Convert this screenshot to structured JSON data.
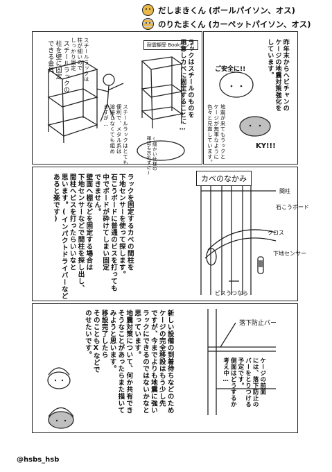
{
  "legend": [
    {
      "icon": "dashimaki-face-icon",
      "text": "だしまきくん (ボールパイソン、オス)"
    },
    {
      "icon": "noritamaki-face-icon",
      "text": "のりたまくん (カーペットパイソン、オス)"
    }
  ],
  "panel1": {
    "sign": "耐震棚受 Bookエンド",
    "intro": [
      "昨年末からヘビチャンの",
      "ケージの地震対策強化を",
      "しています。"
    ],
    "rack": [
      "ラックはスチールのものを",
      "用意しカベに固定することに…"
    ],
    "bubble_safe": "ご安全に!!",
    "bubble_ky": "KY!!!",
    "cage_note": [
      "地震が来てもラックと",
      "ケージが無事なように",
      "色々と見直しています。"
    ],
    "steel_note": [
      "スチールラックはとても",
      "便利で、メタル系は",
      "溶接しなくても組め",
      "ますが…"
    ],
    "small_left": [
      "スチールラックの",
      "柱を壁に固定",
      "できる金具"
    ],
    "steel_note2": [
      "スチールラックは",
      "柱が細いので",
      "しっかり固定"
    ],
    "bubble_note": [
      "(細かい仕様の",
      "確認も忘れずに)"
    ]
  },
  "panel2": {
    "heading": "カベのなかみ",
    "labels": [
      "間柱",
      "石こうボード",
      "クロス",
      "下地センサー"
    ],
    "screw_caption": "ビスうつなら",
    "text": [
      "ラックを固定するカベの間柱を",
      "下地センサーを使って探します。",
      "石こうボードに普通のビスを打っても",
      "中でボードが砕けてしまい固定",
      "できません。",
      "壁面へ棚などを固定する場合は",
      "下地センサーなどで間柱を探し出し、",
      "間柱へビスを打ったらいいなと",
      "思います。(インパクトドライバーなど",
      "あると楽です)"
    ]
  },
  "panel3": {
    "label": "落下防止バー",
    "cage_text": [
      "ケージの前面",
      "には、落下防止の",
      "バーをとりつける",
      "予定です。",
      "側面はどうするか",
      "考え中…"
    ],
    "text": [
      "新しい設備の到着待ちなどのため",
      "ケージの完全移設はもう少し先",
      "ですが、今までよりも地震に強い",
      "ラックにできるのではないかなと",
      "思っています。",
      "地震対策について、何か共有でき",
      "そうなことがあったらまた描いて",
      "みようと思います。",
      "移設完了したら",
      "そのこともXなどで",
      "のせたいです。"
    ]
  },
  "handle": "@hsbs_hsb"
}
